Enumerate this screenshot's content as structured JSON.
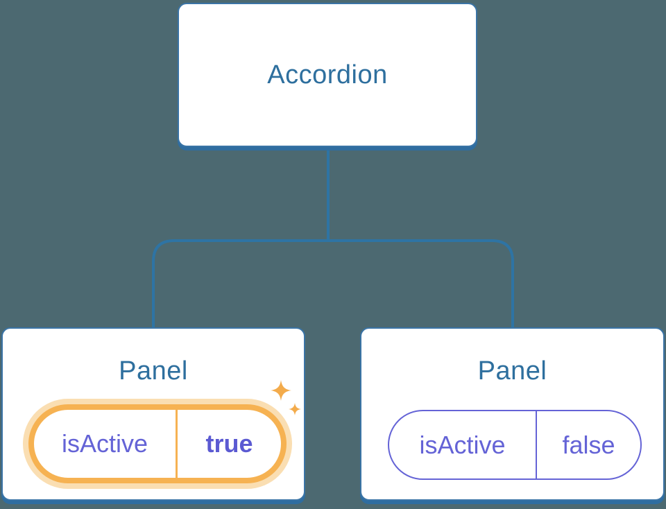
{
  "diagram": {
    "root": {
      "label": "Accordion"
    },
    "panels": [
      {
        "label": "Panel",
        "state_key": "isActive",
        "state_value": "true",
        "highlighted": true
      },
      {
        "label": "Panel",
        "state_key": "isActive",
        "state_value": "false",
        "highlighted": false
      }
    ]
  },
  "icons": {
    "sparkle": "sparkle-icon"
  },
  "colors": {
    "background": "#4C6971",
    "node_fill": "#ffffff",
    "node_border": "#3A74A6",
    "node_shadow": "#2F6DA0",
    "node_text": "#2E6F9E",
    "connector": "#2E74A4",
    "state_text": "#6463D6",
    "state_value_bold_text": "#5B5AD2",
    "highlight_stroke": "#F6B252",
    "highlight_glow": "#FADEB2",
    "sparkle": "#F3AB4B"
  }
}
